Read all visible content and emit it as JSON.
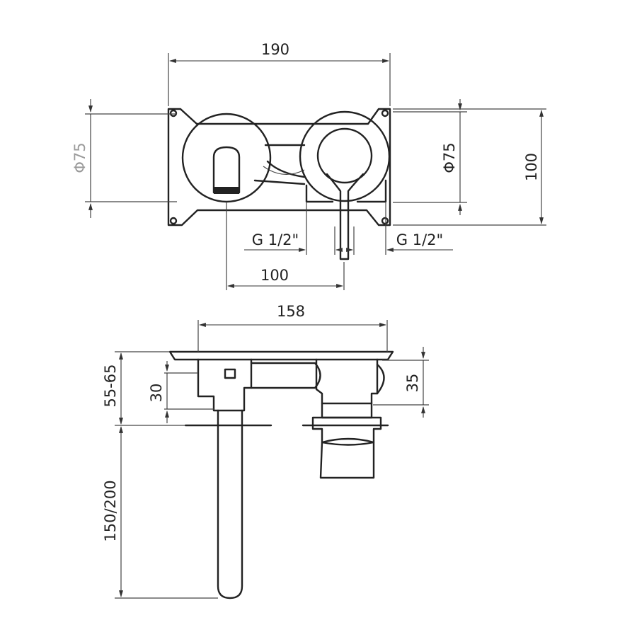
{
  "dimensions": {
    "top_width": "190",
    "left_diameter": "Φ75",
    "right_diameter": "Φ75",
    "plate_height": "100",
    "thread_left": "G 1/2\"",
    "thread_right": "G 1/2\"",
    "spout_to_lever": "100",
    "side_width": "158",
    "depth_range": "55-65",
    "inner_depth": "30",
    "cartridge_depth": "35",
    "spout_length": "150/200"
  },
  "colors": {
    "line": "#222222",
    "dim_light": "#9a9a9a"
  }
}
